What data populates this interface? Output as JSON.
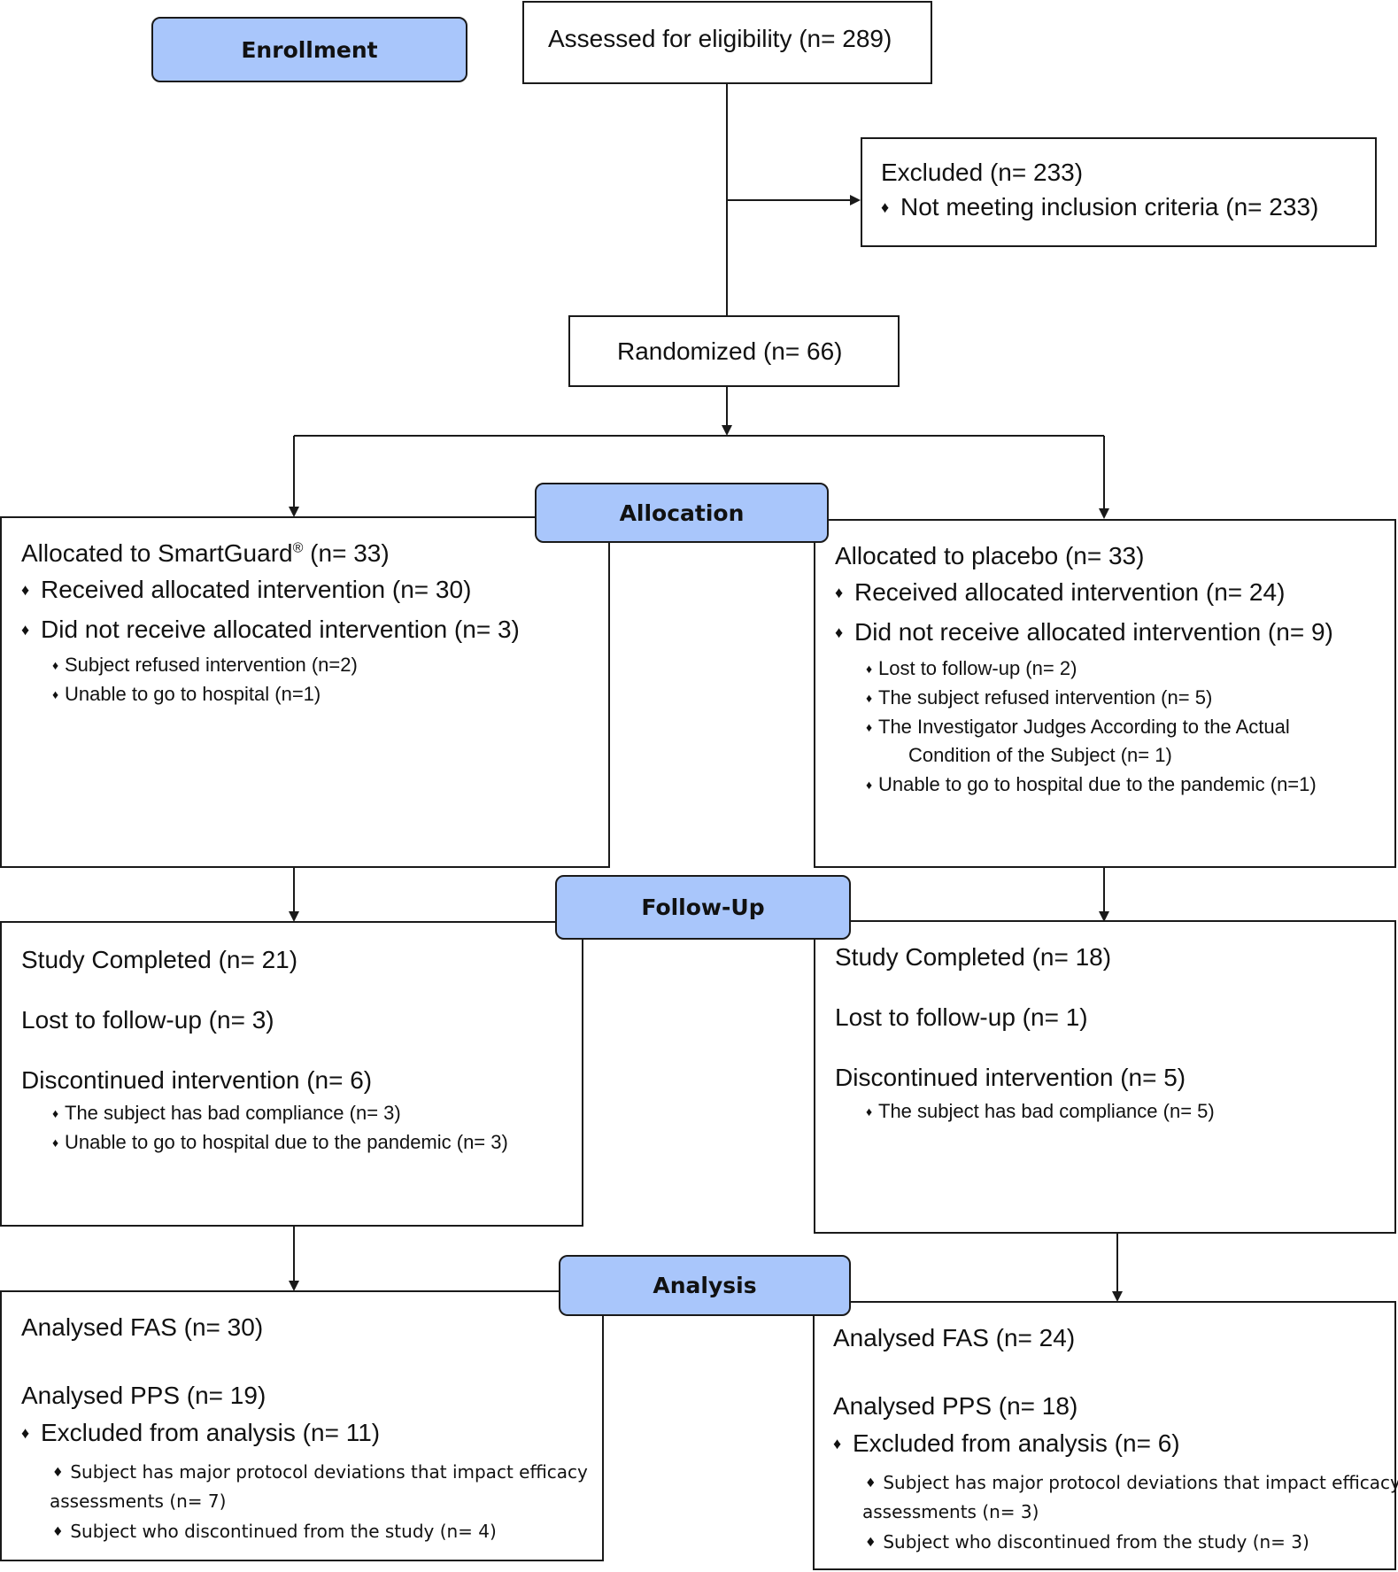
{
  "stages": {
    "enrollment": "Enrollment",
    "allocation": "Allocation",
    "followup": "Follow-Up",
    "analysis": "Analysis"
  },
  "assessed": "Assessed for eligibility (n= 289)",
  "excluded": {
    "title": "Excluded  (n= 233)",
    "reason": "Not meeting inclusion criteria (n= 233)"
  },
  "randomized": "Randomized (n= 66)",
  "left_allocation": {
    "title_main": "Allocated to SmartGuard",
    "title_sup": "®",
    "title_tail": " (n= 33)",
    "received": "Received allocated intervention (n= 30)",
    "not_received": "Did not receive allocated intervention (n= 3)",
    "reasons": [
      "Subject refused intervention (n=2)",
      "Unable to go to hospital (n=1)"
    ]
  },
  "right_allocation": {
    "title": "Allocated to placebo (n= 33)",
    "received": "Received allocated intervention (n= 24)",
    "not_received": "Did not receive allocated intervention (n= 9)",
    "reasons": [
      "Lost to follow-up (n= 2)",
      "The subject refused intervention (n= 5)",
      "The Investigator Judges According to the Actual",
      "Condition of the Subject (n= 1)",
      "Unable to go to hospital due to the pandemic (n=1)"
    ]
  },
  "left_followup": {
    "completed": "Study Completed (n= 21)",
    "lost": "Lost to follow-up (n=  3)",
    "discontinued": "Discontinued intervention (n= 6)",
    "reasons": [
      "The subject has bad compliance (n= 3)",
      "Unable to go to hospital due to the pandemic (n= 3)"
    ]
  },
  "right_followup": {
    "completed": "Study Completed (n= 18)",
    "lost": "Lost to follow-up (n= 1)",
    "discontinued": "Discontinued intervention (n= 5)",
    "reasons": [
      "The subject has bad compliance (n= 5)"
    ]
  },
  "left_analysis": {
    "fas": "Analysed FAS (n= 30)",
    "pps": "Analysed PPS (n= 19)",
    "excluded": "Excluded from analysis (n= 11)",
    "reason1a": "Subject has major protocol deviations that impact efficacy",
    "reason1b": "assessments (n= 7)",
    "reason2": "Subject who discontinued from the study (n= 4)"
  },
  "right_analysis": {
    "fas": "Analysed FAS (n= 24)",
    "pps": "Analysed PPS (n= 18)",
    "excluded": "Excluded from analysis (n= 6)",
    "reason1a": "Subject has major protocol deviations that impact efficacy",
    "reason1b": "assessments (n= 3)",
    "reason2": "Subject who discontinued from the study (n= 3)"
  },
  "colors": {
    "stage_fill": "#a9c6fb",
    "border": "#1a1a1a"
  },
  "icons": {
    "bullet": "diamond-bullet-icon"
  }
}
